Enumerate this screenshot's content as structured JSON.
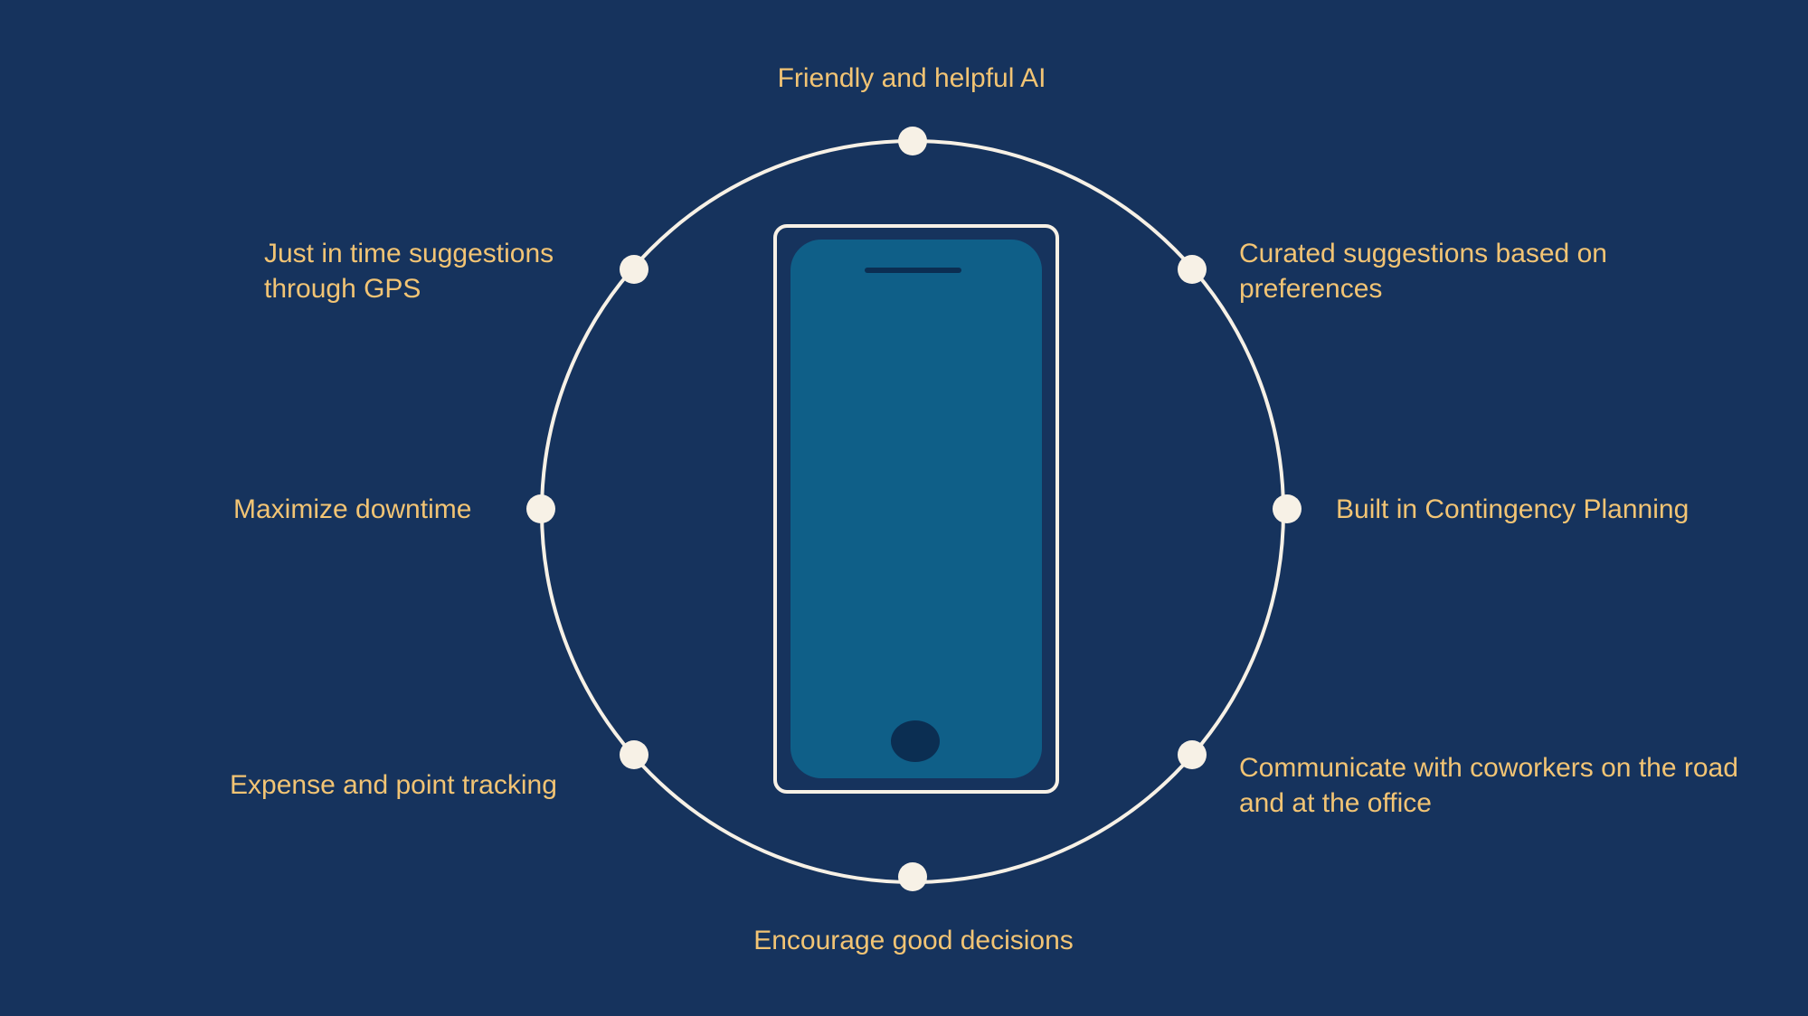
{
  "diagram": {
    "center_icon": "smartphone-icon",
    "colors": {
      "background": "#16335d",
      "ring": "#f7f1e6",
      "node": "#f7f1e6",
      "label": "#f2c474",
      "phone_screen": "#0f5f88",
      "phone_outline": "#f7f1e6"
    },
    "labels": {
      "top": "Friendly and helpful AI",
      "upper_left": "Just in time suggestions\nthrough GPS",
      "upper_right": "Curated suggestions based on\npreferences",
      "left": "Maximize downtime",
      "right": "Built in Contingency Planning",
      "lower_left": "Expense and point tracking",
      "lower_right": "Communicate with coworkers on the road\nand at the office",
      "bottom": "Encourage good decisions"
    }
  }
}
